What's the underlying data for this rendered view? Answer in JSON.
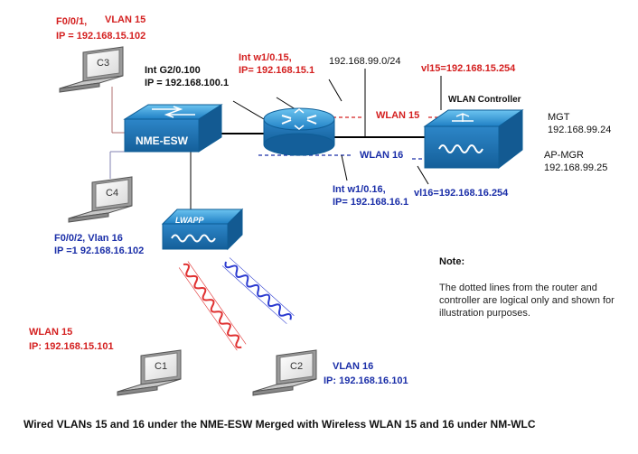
{
  "colors": {
    "vlan15": "#d42020",
    "vlan16": "#1a2ea8",
    "device_blue": "#2a8fd0"
  },
  "labels": {
    "c3_port": "F0/0/1,",
    "c3_vlan": "VLAN 15",
    "c3_ip": "IP = 192.168.15.102",
    "int_g2_line1": "Int G2/0.100",
    "int_g2_line2": "IP = 192.168.100.1",
    "int_w15_line1": "Int w1/0.15,",
    "int_w15_line2": "IP= 192.168.15.1",
    "subnet_99": "192.168.99.0/24",
    "vl15": "vl15=192.168.15.254",
    "wlan15_router": "WLAN 15",
    "wlan16_router": "WLAN 16",
    "int_w16_line1": "Int w1/0.16,",
    "int_w16_line2": "IP= 192.168.16.1",
    "vl16": "vl16=192.168.16.254",
    "mgt_line1": "MGT",
    "mgt_line2": "192.168.99.24",
    "apmgr_line1": "AP-MGR",
    "apmgr_line2": "192.168.99.25",
    "c4_line1": "F0/0/2, Vlan 16",
    "c4_line2": "IP =1 92.168.16.102",
    "c1_wlan": "WLAN 15",
    "c1_ip": "IP: 192.168.15.101",
    "c2_vlan": "VLAN 16",
    "c2_ip": "IP: 192.168.16.101"
  },
  "devices": {
    "switch": "NME-ESW",
    "ap": "LWAPP",
    "controller": "WLAN Controller",
    "pc_c1": "C1",
    "pc_c2": "C2",
    "pc_c3": "C3",
    "pc_c4": "C4"
  },
  "note": {
    "title": "Note:",
    "body": "The dotted lines from the router and controller are logical only and shown for illustration purposes."
  },
  "caption": "Wired VLANs 15 and 16 under the NME-ESW Merged with Wireless WLAN 15 and 16 under NM-WLC"
}
